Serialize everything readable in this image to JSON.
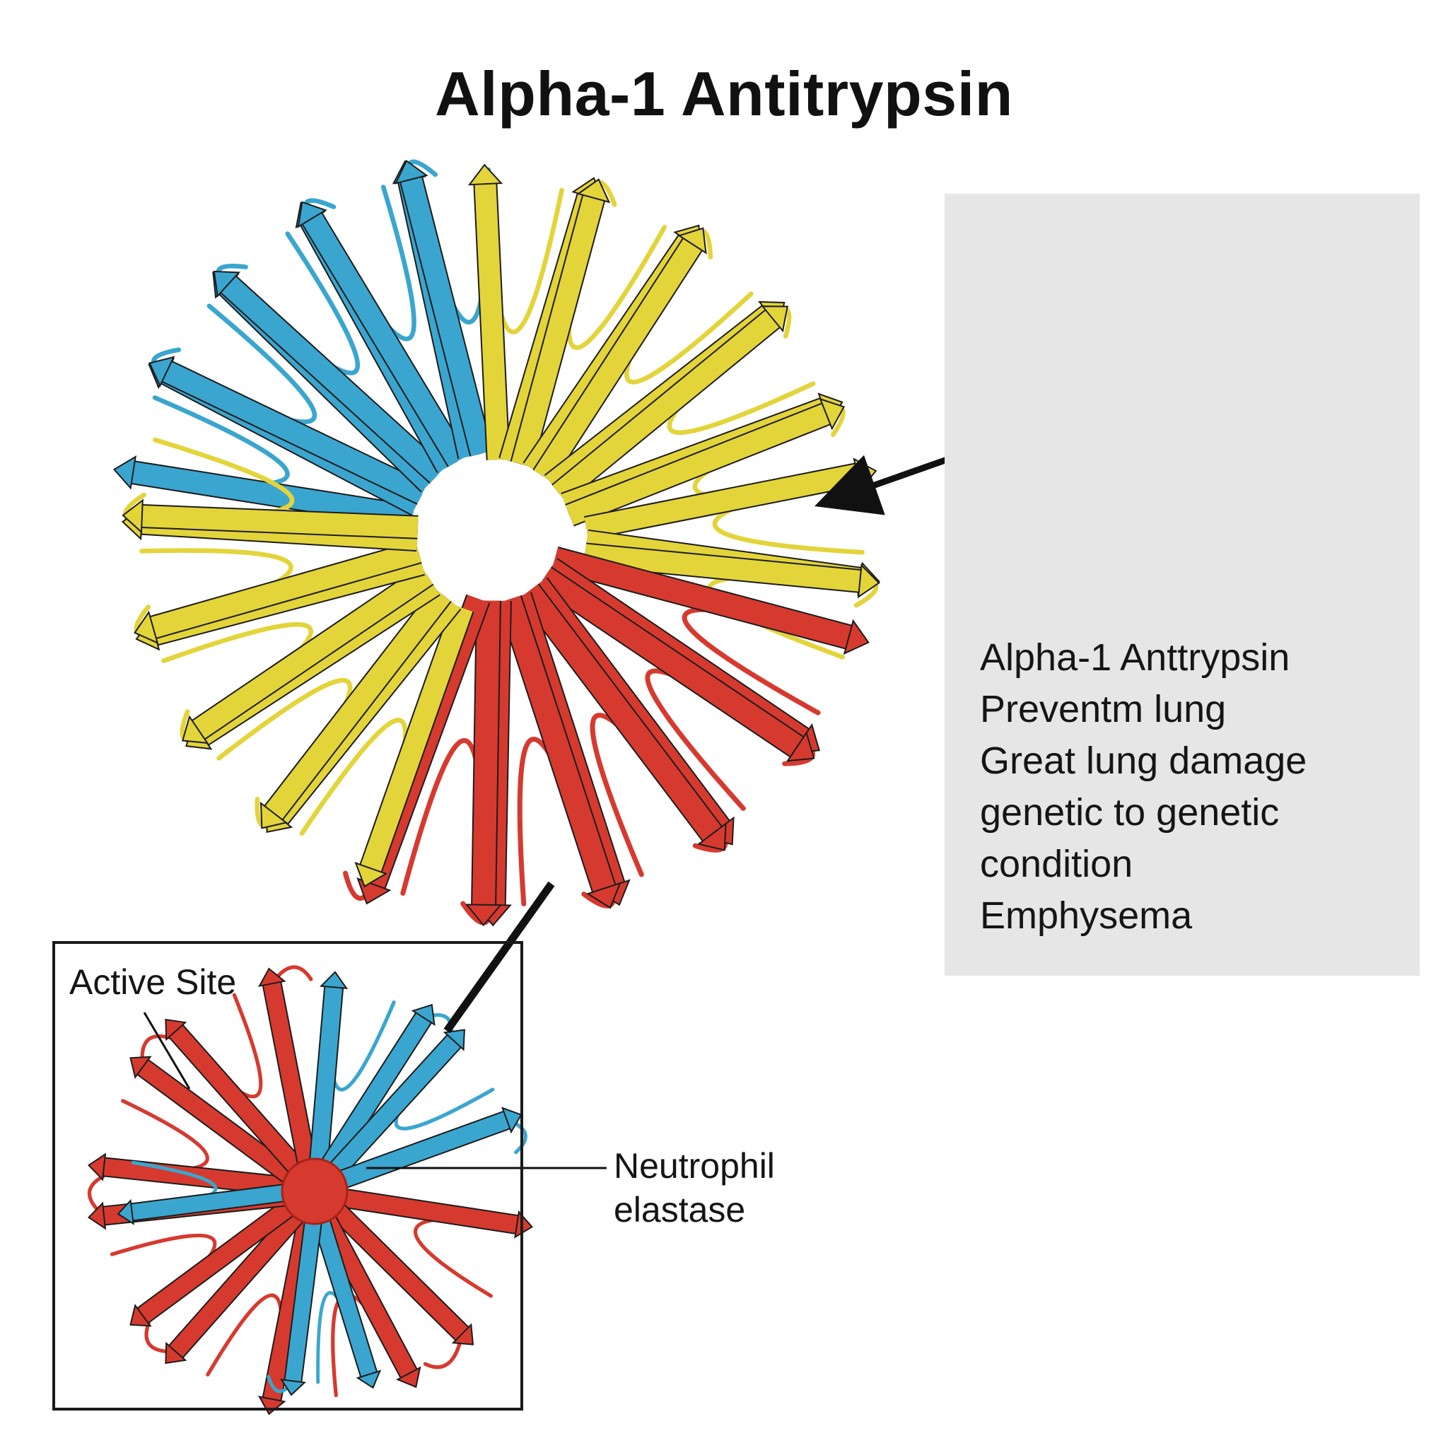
{
  "title": "Alpha-1 Antitrypsin",
  "info_box": {
    "lines": [
      "Alpha-1 Anttrypsin",
      "Preventm lung",
      "Great lung damage",
      "genetic to genetic",
      "condition",
      "Emphysema"
    ]
  },
  "inset": {
    "active_site_label": "Active Site",
    "elastase_label_line1": "Neutrophil",
    "elastase_label_line2": "elastase"
  },
  "colors": {
    "blue": "#3aa6cf",
    "yellow": "#e3d43a",
    "red": "#d63a2f",
    "magenta": "#c979c6",
    "orange": "#e8b558",
    "outline": "#1c1c1c",
    "panel": "#e6e6e6"
  }
}
